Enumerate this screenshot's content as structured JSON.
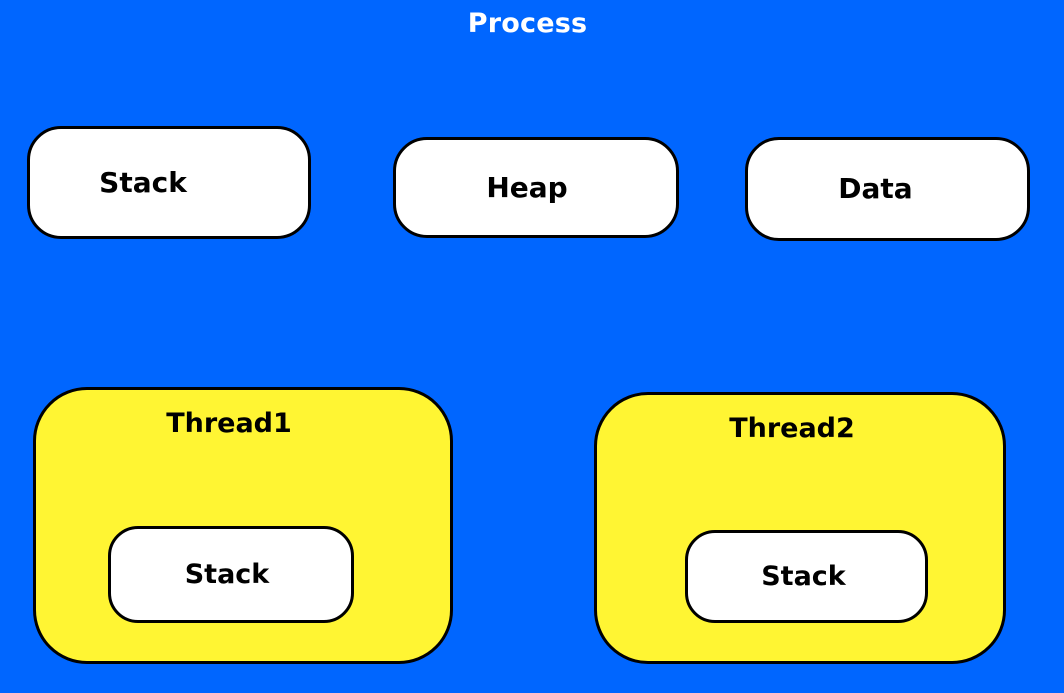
{
  "diagram": {
    "title": "Process",
    "background_color": "#0066FF",
    "segment_box_color": "#FFFFFF",
    "thread_box_color": "#FFF533",
    "border_color": "#000000",
    "title_color": "#FFFFFF",
    "label_color": "#000000",
    "segments": [
      {
        "label": "Stack"
      },
      {
        "label": "Heap"
      },
      {
        "label": "Data"
      }
    ],
    "threads": [
      {
        "label": "Thread1",
        "stack_label": "Stack"
      },
      {
        "label": "Thread2",
        "stack_label": "Stack"
      }
    ]
  }
}
